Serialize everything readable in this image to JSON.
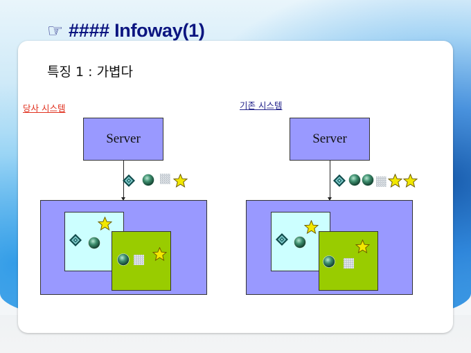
{
  "slide": {
    "title_icon": "pointing-hand-icon",
    "title_symbol": "☞",
    "title": "#### Infoway(1)",
    "subtitle": "특징 1 : 가볍다"
  },
  "diagrams": [
    {
      "id": "ours",
      "label": "당사 시스템",
      "label_color": "#e0301e",
      "server_label": "Server",
      "transfer_items": [
        "diamond-icon",
        "sphere-icon",
        "texture-square-icon",
        "star-icon"
      ],
      "client_light_window_items": [
        "diamond-icon",
        "sphere-icon",
        "star-icon"
      ],
      "client_green_window_items": [
        "sphere-icon",
        "texture-square-icon",
        "star-icon"
      ]
    },
    {
      "id": "legacy",
      "label": "기존 시스템",
      "label_color": "#22228a",
      "server_label": "Server",
      "transfer_items": [
        "diamond-icon",
        "sphere-icon",
        "sphere-icon",
        "texture-square-icon",
        "star-icon",
        "star-icon"
      ],
      "client_light_window_items": [
        "diamond-icon",
        "sphere-icon",
        "star-icon"
      ],
      "client_green_window_items": [
        "sphere-icon",
        "texture-square-icon",
        "star-icon"
      ]
    }
  ],
  "colors": {
    "title": "#0b1580",
    "server_fill": "#9999ff",
    "client_fill": "#9999ff",
    "light_window": "#ccffff",
    "green_window": "#99cc00",
    "star": "#f2e800",
    "sphere": "#2f7f5f",
    "diamond": "#1f6b6b"
  }
}
